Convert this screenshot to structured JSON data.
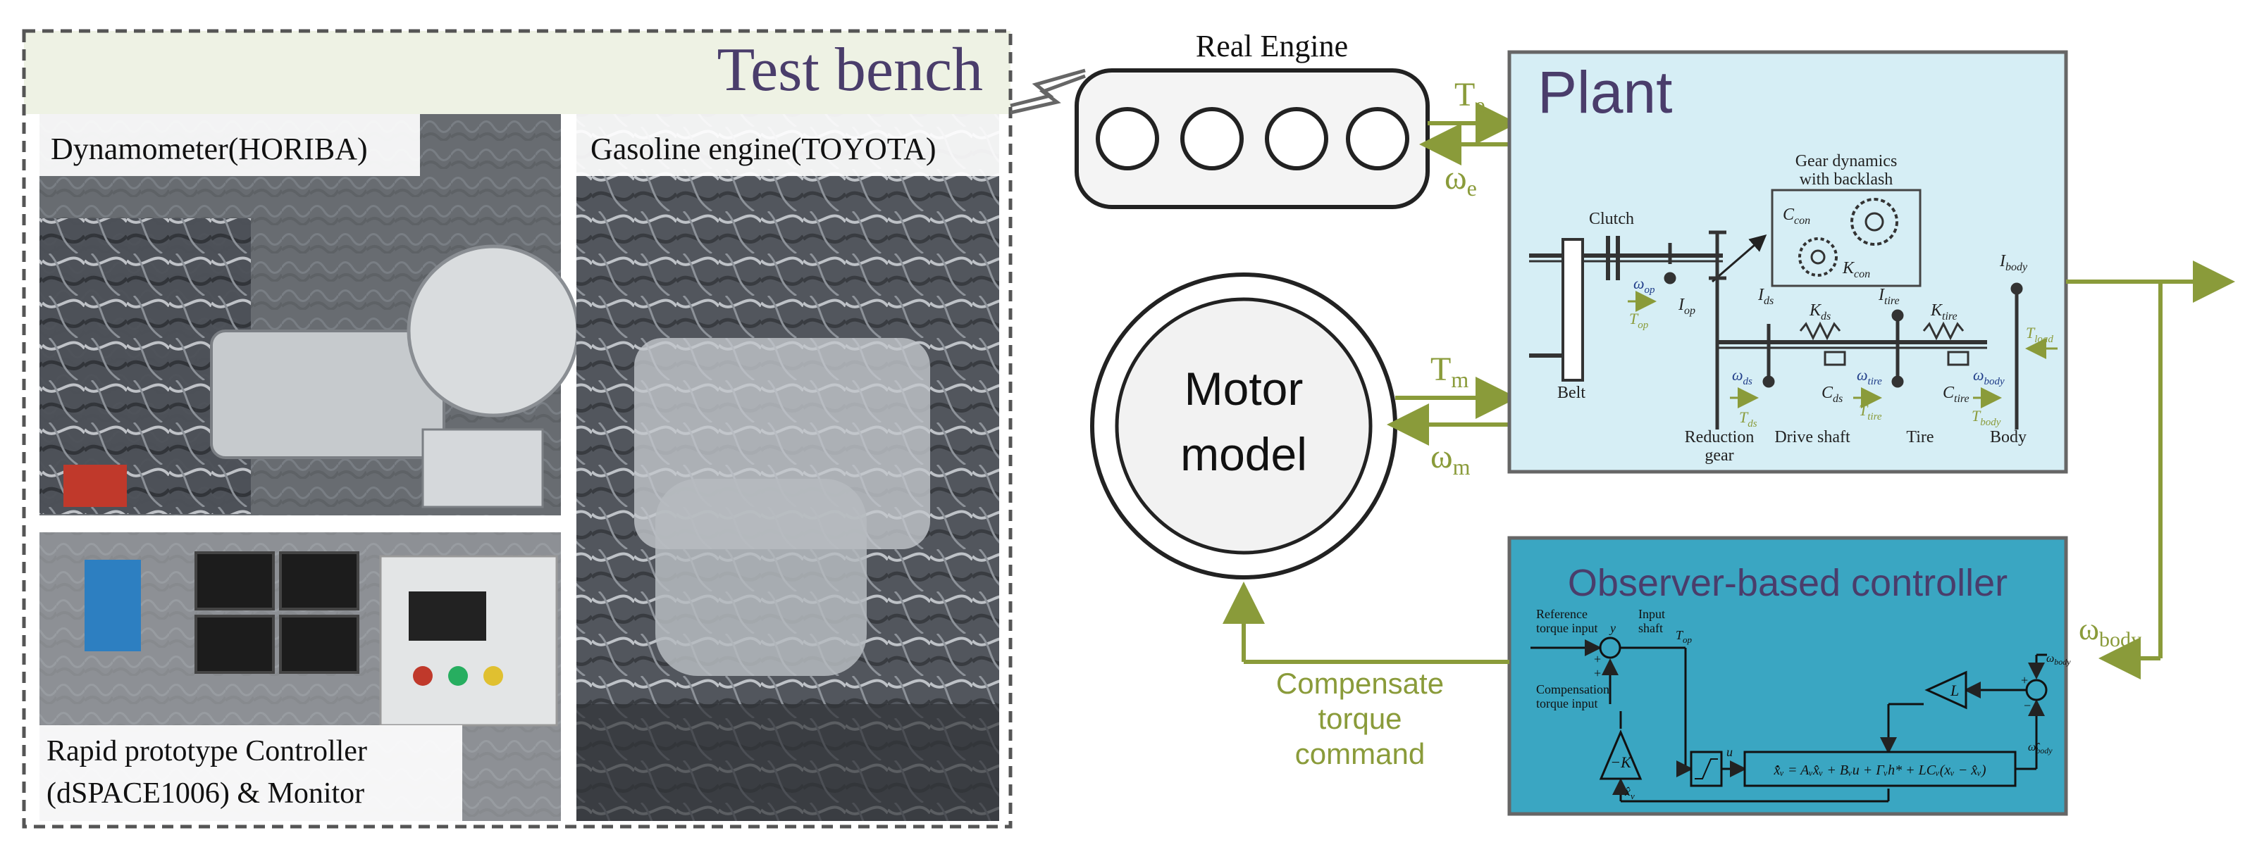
{
  "test_bench": {
    "title": "Test bench",
    "photos": {
      "dyno": "Dynamometer(HORIBA)",
      "engine": "Gasoline engine(TOYOTA)",
      "controller_line1": "Rapid prototype Controller",
      "controller_line2": "(dSPACE1006) & Monitor"
    }
  },
  "real_engine": {
    "label": "Real Engine"
  },
  "motor_model": {
    "line1": "Motor",
    "line2": "model"
  },
  "signals": {
    "Te_main": "T",
    "Te_sub": "e",
    "we_main": "ω",
    "we_sub": "e",
    "Tm_main": "T",
    "Tm_sub": "m",
    "wm_main": "ω",
    "wm_sub": "m",
    "wbody_main": "ω",
    "wbody_sub": "body",
    "compensate_line1": "Compensate",
    "compensate_line2": "torque",
    "compensate_line3": "command"
  },
  "plant": {
    "title": "Plant",
    "gear_dyn_line1": "Gear dynamics",
    "gear_dyn_line2": "with backlash",
    "c_con": "C",
    "c_con_sub": "con",
    "k_con": "K",
    "k_con_sub": "con",
    "clutch": "Clutch",
    "belt": "Belt",
    "reduction_gear_line1": "Reduction",
    "reduction_gear_line2": "gear",
    "drive_shaft": "Drive shaft",
    "tire": "Tire",
    "body": "Body",
    "I_op": "I",
    "I_op_sub": "op",
    "I_ds": "I",
    "I_ds_sub": "ds",
    "I_tire": "I",
    "I_tire_sub": "tire",
    "I_body": "I",
    "I_body_sub": "body",
    "K_ds": "K",
    "K_ds_sub": "ds",
    "K_tire": "K",
    "K_tire_sub": "tire",
    "C_ds": "C",
    "C_ds_sub": "ds",
    "C_tire": "C",
    "C_tire_sub": "tire",
    "w_op": "ω",
    "w_op_sub": "op",
    "w_ds": "ω",
    "w_ds_sub": "ds",
    "w_tire": "ω",
    "w_tire_sub": "tire",
    "w_body": "ω",
    "w_body_sub": "body",
    "T_op": "T",
    "T_op_sub": "op",
    "T_ds": "T",
    "T_ds_sub": "ds",
    "T_tire": "T",
    "T_tire_sub": "tire",
    "T_body": "T",
    "T_body_sub": "body",
    "T_load": "T",
    "T_load_sub": "load"
  },
  "observer": {
    "title": "Observer-based controller",
    "ref_line1": "Reference",
    "ref_line2": "torque input",
    "ref_y": "y",
    "input_line1": "Input",
    "input_line2": "shaft",
    "input_T": "T",
    "input_T_sub": "op",
    "comp_line1": "Compensation",
    "comp_line2": "torque input",
    "gain": "−K",
    "gain_L": "L",
    "u_label": "u",
    "xhat_label": "x̂",
    "xhat_sub": "v",
    "w_body_in": "ω",
    "w_body_in_sub": "body",
    "w_body_hat": "ω̂",
    "w_body_hat_sub": "body",
    "equation": "x̂̇ᵥ = Aᵥx̂ᵥ + Bᵥu + Γᵥh* + LCᵥ(xᵥ − x̂ᵥ)",
    "plus": "+",
    "minus": "−"
  },
  "colors": {
    "signal_green": "#8a9b3a",
    "plant_fill": "#d6eef5",
    "observer_fill": "#3aa6c2",
    "bench_header": "#eef2e4",
    "title_purple": "#4a3d6b"
  }
}
